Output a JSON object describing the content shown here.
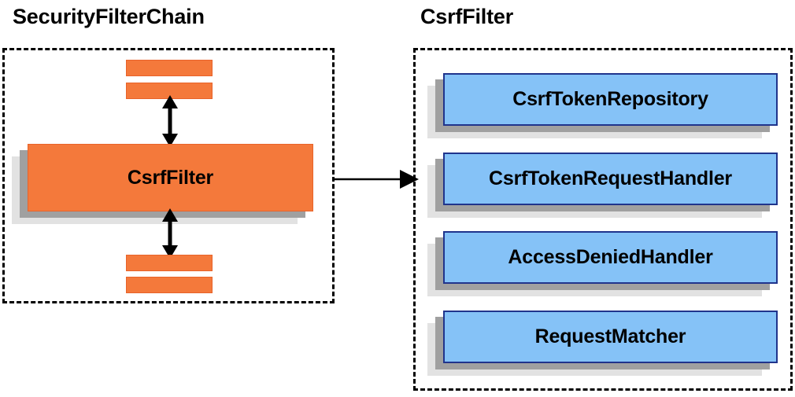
{
  "diagram": {
    "title_left": "SecurityFilterChain",
    "title_right": "CsrfFilter",
    "colors": {
      "orange_fill": "#F4793B",
      "orange_border": "#E8632A",
      "blue_fill": "#85C2F7",
      "blue_border": "#20348C",
      "shadow_dark": "#A0A0A0",
      "shadow_light": "#E2E2E2",
      "outline": "#000000",
      "background": "#FFFFFF"
    }
  },
  "left_panel": {
    "title": "SecurityFilterChain",
    "main_box": {
      "label": "CsrfFilter"
    },
    "filters_above": [
      {
        "label": ""
      },
      {
        "label": ""
      }
    ],
    "filters_below": [
      {
        "label": ""
      },
      {
        "label": ""
      }
    ],
    "connectors": {
      "above": "double-headed-vertical-arrow",
      "below": "double-headed-vertical-arrow"
    }
  },
  "right_panel": {
    "title": "CsrfFilter",
    "components": [
      {
        "label": "CsrfTokenRepository"
      },
      {
        "label": "CsrfTokenRequestHandler"
      },
      {
        "label": "AccessDeniedHandler"
      },
      {
        "label": "RequestMatcher"
      }
    ]
  },
  "connector": {
    "from": "CsrfFilter",
    "to": "CsrfFilter components",
    "style": "single-headed-horizontal-arrow"
  }
}
